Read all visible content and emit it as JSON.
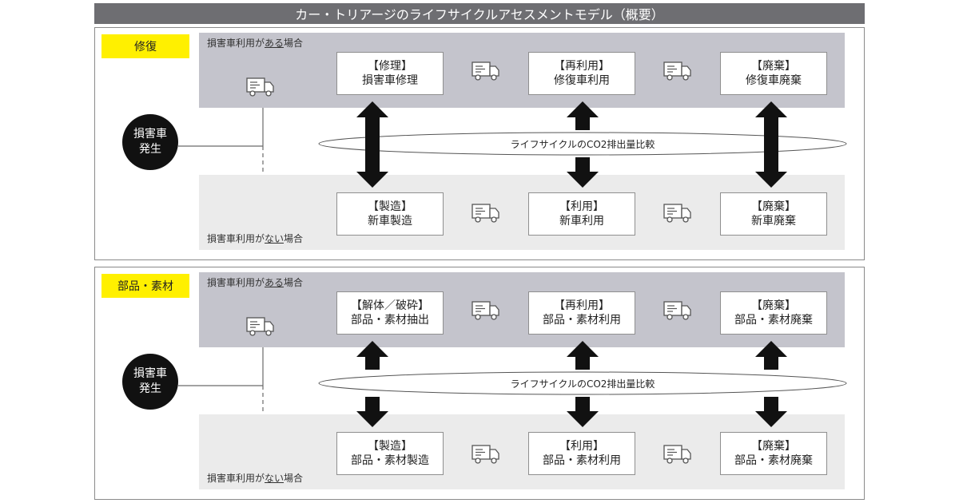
{
  "title": "カー・トリアージのライフサイクルアセスメントモデル（概要）",
  "sections": [
    {
      "label": "修復",
      "origin": {
        "line1": "損害車",
        "line2": "発生"
      },
      "upper": {
        "caption_pre": "損害車利用が",
        "caption_em": "ある",
        "caption_post": "場合",
        "stages": [
          {
            "tag": "【修理】",
            "name": "損害車修理"
          },
          {
            "tag": "【再利用】",
            "name": "修復車利用"
          },
          {
            "tag": "【廃棄】",
            "name": "修復車廃棄"
          }
        ]
      },
      "lower": {
        "caption_pre": "損害車利用が",
        "caption_em": "ない",
        "caption_post": "場合",
        "stages": [
          {
            "tag": "【製造】",
            "name": "新車製造"
          },
          {
            "tag": "【利用】",
            "name": "新車利用"
          },
          {
            "tag": "【廃棄】",
            "name": "新車廃棄"
          }
        ]
      },
      "comparison": "ライフサイクルのCO2排出量比較"
    },
    {
      "label": "部品・素材",
      "origin": {
        "line1": "損害車",
        "line2": "発生"
      },
      "upper": {
        "caption_pre": "損害車利用が",
        "caption_em": "ある",
        "caption_post": "場合",
        "stages": [
          {
            "tag": "【解体／破砕】",
            "name": "部品・素材抽出"
          },
          {
            "tag": "【再利用】",
            "name": "部品・素材利用"
          },
          {
            "tag": "【廃棄】",
            "name": "部品・素材廃棄"
          }
        ]
      },
      "lower": {
        "caption_pre": "損害車利用が",
        "caption_em": "ない",
        "caption_post": "場合",
        "stages": [
          {
            "tag": "【製造】",
            "name": "部品・素材製造"
          },
          {
            "tag": "【利用】",
            "name": "部品・素材利用"
          },
          {
            "tag": "【廃棄】",
            "name": "部品・素材廃棄"
          }
        ]
      },
      "comparison": "ライフサイクルのCO2排出量比較"
    }
  ],
  "colors": {
    "title_bg": "#6e6e72",
    "label_bg": "#fff000",
    "upper_band": "#c4c4cc",
    "lower_band": "#ebebeb",
    "arrow": "#111111",
    "origin_circle": "#111111"
  },
  "icons": {
    "truck": "delivery-truck-icon",
    "compare_arrow": "double-headed-arrow-icon"
  }
}
